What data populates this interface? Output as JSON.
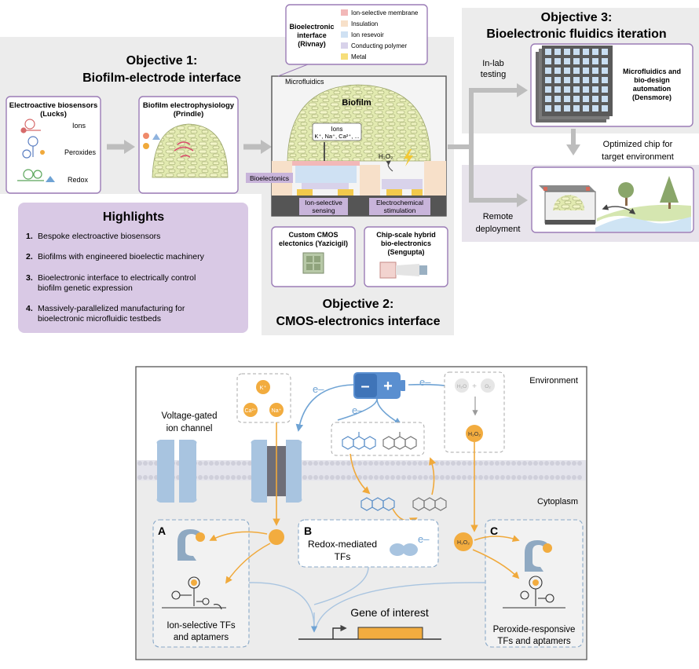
{
  "objective1": {
    "line1": "Objective 1:",
    "line2": "Biofilm-electrode interface"
  },
  "objective2": {
    "line1": "Objective 2:",
    "line2": "CMOS-electronics interface"
  },
  "objective3": {
    "line1": "Objective 3:",
    "line2": "Bioelectronic fluidics iteration"
  },
  "biosensors": {
    "title1": "Electroactive biosensors",
    "title2": "(Lucks)",
    "items": [
      "Ions",
      "Peroxides",
      "Redox"
    ]
  },
  "electrophys": {
    "title1": "Biofilm electrophysiology",
    "title2": "(Prindle)"
  },
  "interface": {
    "title1": "Bioelectronic",
    "title2": "interface",
    "title3": "(Rivnay)",
    "legend": [
      "Ion-selective membrane",
      "Insulation",
      "Ion resevoir",
      "Conducting polymer",
      "Metal"
    ]
  },
  "device": {
    "microfluidics": "Microfluidics",
    "biofilm": "Biofilm",
    "ions1": "Ions",
    "ions2": "K⁺, Na⁺, Ca²⁺, ...",
    "h2o2": "H₂O₂",
    "bioelectonics": "Bioelectonics",
    "sensing1": "Ion-selective",
    "sensing2": "sensing",
    "stim1": "Electrochemical",
    "stim2": "stimulation"
  },
  "highlights": {
    "title": "Highlights",
    "items": [
      {
        "num": "1.",
        "l1": "Bespoke electroactive biosensors",
        "l2": ""
      },
      {
        "num": "2.",
        "l1": "Biofilms with engineered bioelectic machinery",
        "l2": ""
      },
      {
        "num": "3.",
        "l1": "Bioelectronic interface to electrically control",
        "l2": "biofilm genetic expression"
      },
      {
        "num": "4.",
        "l1": "Massively-parallelized manufacturing for",
        "l2": "bioelectronic microfluidic testbeds"
      }
    ]
  },
  "cmos": {
    "a1": "Custom CMOS",
    "a2": "electonics (Yazicigil)",
    "b1": "Chip-scale hybrid",
    "b2": "bio-electronics",
    "b3": "(Sengupta)"
  },
  "obj3": {
    "inlab1": "In-lab",
    "inlab2": "testing",
    "micro1": "Microfluidics and",
    "micro2": "bio-design",
    "micro3": "automation",
    "micro4": "(Densmore)",
    "opt1": "Optimized chip for",
    "opt2": "target environment",
    "remote1": "Remote",
    "remote2": "deployment"
  },
  "cell": {
    "environment": "Environment",
    "cytoplasm": "Cytoplasm",
    "vg1": "Voltage-gated",
    "vg2": "ion channel",
    "k": "K⁺",
    "ca": "Ca²⁺",
    "na": "Na⁺",
    "eminus": "e–",
    "h2o": "H₂O",
    "plus": "+",
    "o2": "O₂",
    "h2o2": "H₂O₂",
    "battery_minus": "–",
    "battery_plus": "+",
    "A": "A",
    "B": "B",
    "C": "C",
    "redox1": "Redox-mediated",
    "redox2": "TFs",
    "ionsel1": "Ion-selective TFs",
    "ionsel2": "and aptamers",
    "perox1": "Peroxide-responsive",
    "perox2": "TFs and aptamers",
    "gene": "Gene of interest"
  },
  "colors": {
    "purple": "#8e6aa8",
    "lavender": "#d7c8e3",
    "orange": "#f2ac3f",
    "blue": "#6fa3d4",
    "grey": "#ebebeb"
  }
}
